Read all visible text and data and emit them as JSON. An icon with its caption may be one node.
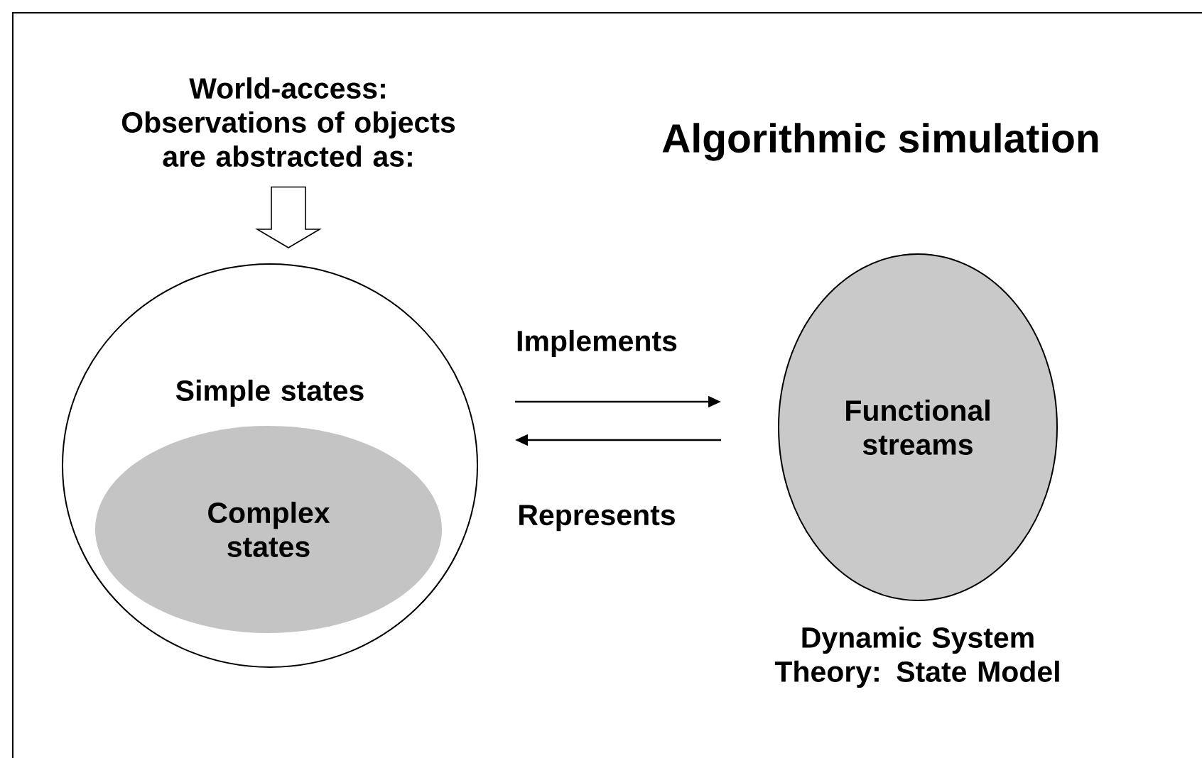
{
  "diagram": {
    "title": "Algorithmic simulation",
    "nodes": [
      {
        "text": [
          "Simple states"
        ]
      },
      {
        "text": [
          "Complex states"
        ],
        "in": 0
      },
      {
        "text": [
          "Functional streams"
        ],
        "beside": [
          "Dynamic System Theory: State Model"
        ]
      },
      {
        "text": [
          "World-access: Observations of objects are abstracted as:"
        ]
      }
    ],
    "edges": [
      {
        "from": 0,
        "to": 2,
        "arrow": "to",
        "label": "Implements"
      },
      {
        "from": 2,
        "to": 0,
        "arrow": "to",
        "label": "Represents"
      },
      {
        "from": 3,
        "to": 0,
        "arrow": "to",
        "style": "thick"
      }
    ]
  }
}
